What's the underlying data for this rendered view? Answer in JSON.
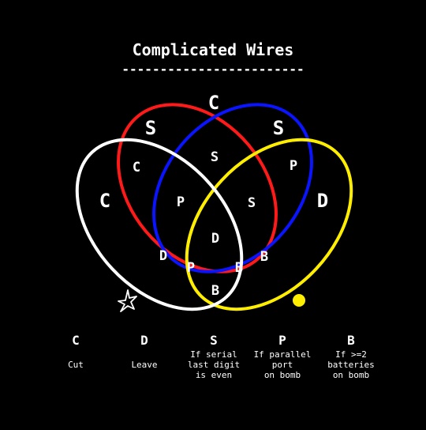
{
  "title": "Complicated Wires",
  "underline": "------------------------",
  "colors": {
    "background": "#000000",
    "red_ellipse": "#ff1a1a",
    "blue_ellipse": "#0a14ff",
    "yellow_ellipse": "#ffee00",
    "white_ellipse": "#ffffff",
    "dot": "#ffee00"
  },
  "ellipse_names": [
    "red-ellipse",
    "blue-ellipse",
    "yellow-ellipse",
    "white-ellipse"
  ],
  "region_labels": {
    "top_c": "C",
    "red_only_s": "S",
    "blue_only_s": "S",
    "white_red_c": "C",
    "red_blue_s": "S",
    "blue_yellow_p": "P",
    "white_only_c": "C",
    "white_red_blue_p": "P",
    "red_blue_yellow_s": "S",
    "yellow_only_d": "D",
    "all_four_d": "D",
    "white_red_d": "D",
    "white_red_yellow_p": "P",
    "white_blue_yellow_b": "B",
    "blue_yellow_b": "B",
    "white_yellow_b": "B"
  },
  "star_icon_name": "star-icon",
  "dot_icon_name": "dot-icon",
  "legend": [
    {
      "key": "C",
      "line1": "Cut",
      "line2": "",
      "line3": ""
    },
    {
      "key": "D",
      "line1": "Leave",
      "line2": "",
      "line3": ""
    },
    {
      "key": "S",
      "line1": "If serial",
      "line2": "last digit",
      "line3": "is even"
    },
    {
      "key": "P",
      "line1": "If parallel",
      "line2": "port",
      "line3": "on bomb"
    },
    {
      "key": "B",
      "line1": "If >=2",
      "line2": "batteries",
      "line3": "on bomb"
    }
  ]
}
